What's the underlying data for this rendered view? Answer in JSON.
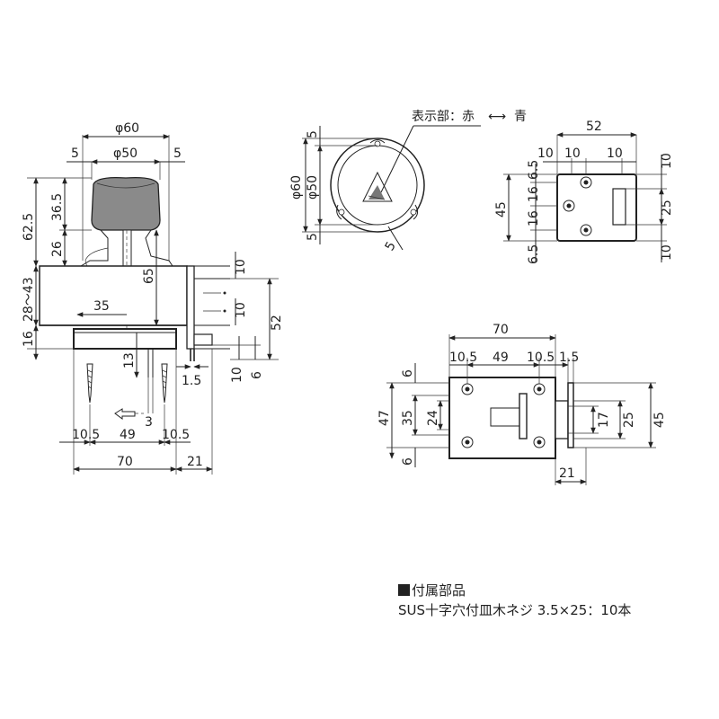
{
  "front_view": {
    "dims": [
      "φ60",
      "φ50",
      "5",
      "5",
      "62.5",
      "36.5",
      "26",
      "28〜43",
      "16",
      "35",
      "65",
      "10",
      "10",
      "52",
      "13",
      "1.5",
      "10",
      "6",
      "3",
      "10.5",
      "49",
      "10.5",
      "70",
      "21"
    ]
  },
  "knob_view": {
    "dims": [
      "φ60",
      "φ50",
      "5",
      "5",
      "5"
    ],
    "indicator_label": "表示部：赤",
    "indicator_arrow": "⟷",
    "indicator_label2": "青"
  },
  "strike_view": {
    "dims": [
      "52",
      "10",
      "10",
      "10",
      "6.5",
      "45",
      "16",
      "16",
      "6.5",
      "10",
      "25",
      "10"
    ]
  },
  "bottom_view": {
    "dims": [
      "70",
      "10.5",
      "49",
      "10.5",
      "1.5",
      "6",
      "47",
      "35",
      "24",
      "6",
      "17",
      "25",
      "45",
      "21"
    ]
  },
  "accessories": {
    "title": "付属部品",
    "body": "SUS十字穴付皿木ネジ  3.5×25：10本"
  }
}
